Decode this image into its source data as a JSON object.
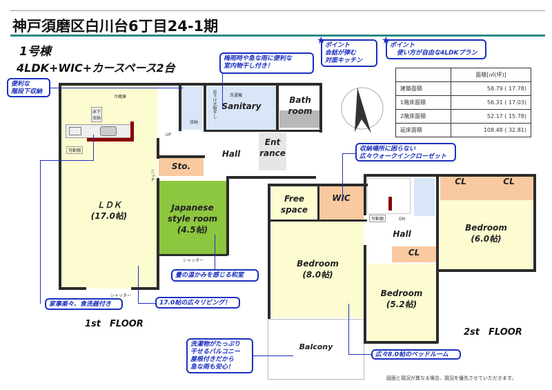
{
  "header": {
    "title": "神戸須磨区白川台6丁目24-1期",
    "building": "1号棟",
    "plan": "4LDK+WIC+カースペース2台"
  },
  "points": [
    {
      "label": "ポイント",
      "text": "会話が弾む\n対面キッチン"
    },
    {
      "label": "ポイント",
      "text": "使い方が自由な4LDKプラン"
    }
  ],
  "area_table": {
    "header": "面積[㎡(坪)]",
    "rows": [
      {
        "label": "建築面積",
        "value": "58.79 ( 17.78)"
      },
      {
        "label": "1階床面積",
        "value": "56.31 ( 17.03)"
      },
      {
        "label": "2階床面積",
        "value": "52.17 ( 15.78)"
      },
      {
        "label": "延床面積",
        "value": "108.48 ( 32.81)"
      }
    ]
  },
  "callouts": {
    "drying": "梅雨時や急な雨に便利な\n室内物干し付き！",
    "under_stairs": "便利な\n階段下収納",
    "dishwasher": "家事楽々、食洗器付き",
    "living": "17.0帖の広々リビング！",
    "japanese": "畳の温かみを感じる和室",
    "wic": "収納場所に困らない\n広々ウォークインクローゼット",
    "balcony": "洗濯物がたっぷり\n干せるバルコニー\n屋根付きだから\n急な雨も安心！",
    "bedroom": "広々8.0帖のベッドルーム"
  },
  "floor1": {
    "label": "1st　FLOOR",
    "ldk": "ＬＤＫ",
    "ldk_size": "(17.0帖)",
    "japanese": "Japanese\nstyle room",
    "japanese_size": "(4.5帖)",
    "sto": "Sto.",
    "hall": "Hall",
    "sanitary": "Sanitary",
    "bath": "Bath\nroom",
    "entrance": "Ent\nrance",
    "small": {
      "fridge": "冷蔵庫",
      "floor_storage": "床下\n収納",
      "shelf": "可動棚",
      "storage": "収納",
      "up": "UP",
      "washer": "洗濯機",
      "hanger": "吊下げ式物干し",
      "shutter": "シャッター",
      "niche": "ニッチ"
    }
  },
  "floor2": {
    "label": "2st　FLOOR",
    "free": "Free\nspace",
    "wic": "WIC",
    "cl": "CL",
    "hall": "Hall",
    "bed1": "Bedroom",
    "bed1_size": "(8.0帖)",
    "bed2": "Bedroom",
    "bed2_size": "(5.2帖)",
    "bed3": "Bedroom",
    "bed3_size": "(6.0帖)",
    "balcony": "Balcony",
    "dn": "DN",
    "shelf": "可動棚"
  },
  "disclaimer": "図面と現況が異なる場合、現況を優先させていただきます。"
}
